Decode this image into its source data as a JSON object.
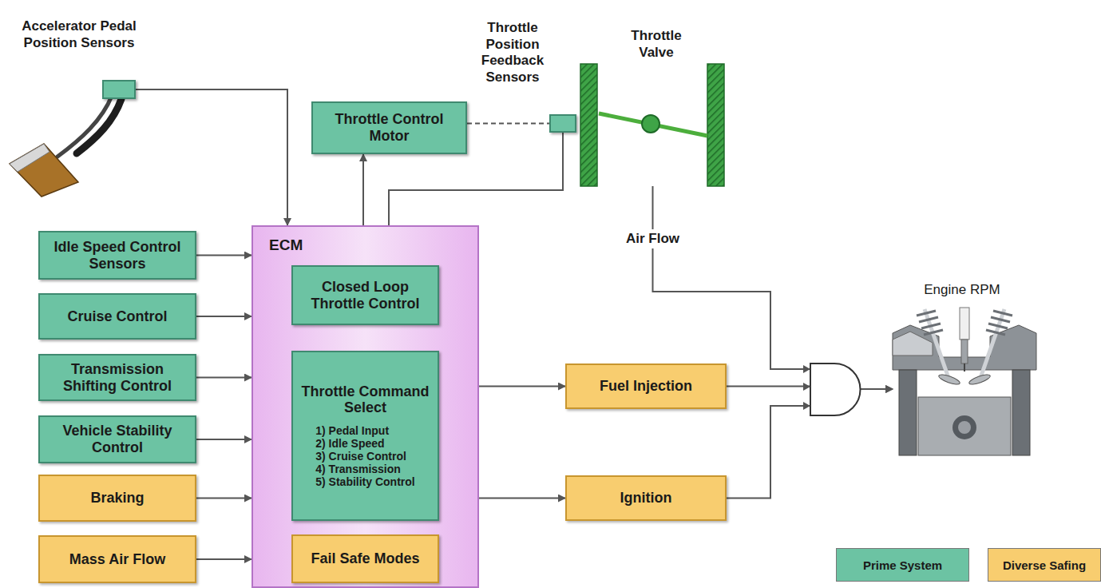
{
  "diagram": {
    "nodes": [
      {
        "text": [
          "Accelerator Pedal Position Sensors"
        ]
      },
      {
        "text": [
          "Throttle Control Motor"
        ]
      },
      {
        "text": [
          "Throttle Position Feedback Sensors"
        ]
      },
      {
        "text": [
          "Throttle Valve"
        ]
      },
      {
        "text": [
          "Idle Speed Control Sensors"
        ]
      },
      {
        "text": [
          "ECM"
        ]
      },
      {
        "text": [
          "Closed Loop Throttle Control"
        ],
        "in": 5
      },
      {
        "text": [
          "Cruise Control"
        ]
      },
      {
        "text": [
          "Transmission Shifting Control"
        ]
      },
      {
        "text": [
          "Throttle Command Select",
          "1) Pedal Input",
          "2) Idle Speed",
          "3) Cruise Control",
          "4) Transmission",
          "5) Stability Control"
        ],
        "in": 5
      },
      {
        "text": [
          "Fuel Injection"
        ]
      },
      {
        "text": [
          "Vehicle Stability Control"
        ]
      },
      {
        "text": [
          "Braking"
        ]
      },
      {
        "text": [
          "Ignition"
        ]
      },
      {
        "text": [
          "Mass Air Flow"
        ]
      },
      {
        "text": [
          "Fail Safe Modes"
        ],
        "in": 5
      },
      {
        "text": [
          "Engine RPM"
        ]
      }
    ],
    "edges": [
      {
        "from": 0,
        "to": 5,
        "arrow": "to"
      },
      {
        "from": 4,
        "to": 5,
        "arrow": "to"
      },
      {
        "from": 7,
        "to": 5,
        "arrow": "to"
      },
      {
        "from": 8,
        "to": 5,
        "arrow": "to"
      },
      {
        "from": 11,
        "to": 5,
        "arrow": "to"
      },
      {
        "from": 12,
        "to": 5,
        "arrow": "to"
      },
      {
        "from": 14,
        "to": 5,
        "arrow": "to"
      },
      {
        "from": 9,
        "to": 6,
        "arrow": "to"
      },
      {
        "from": 6,
        "to": 1,
        "arrow": "to"
      },
      {
        "from": 2,
        "to": 6,
        "arrow": "to"
      },
      {
        "from": 1,
        "to": 2,
        "arrow": "none"
      },
      {
        "from": 9,
        "to": 10,
        "arrow": "to"
      },
      {
        "from": 9,
        "to": 13,
        "arrow": "to"
      },
      {
        "from": 3,
        "to": 16,
        "label": "Air Flow",
        "arrow": "to"
      },
      {
        "from": 10,
        "to": 16,
        "arrow": "to"
      },
      {
        "from": 13,
        "to": 16,
        "arrow": "to"
      }
    ],
    "legend": [
      {
        "text": "Prime System",
        "color": "#6cc3a3"
      },
      {
        "text": "Diverse Safing",
        "color": "#f8cd6f"
      }
    ]
  }
}
